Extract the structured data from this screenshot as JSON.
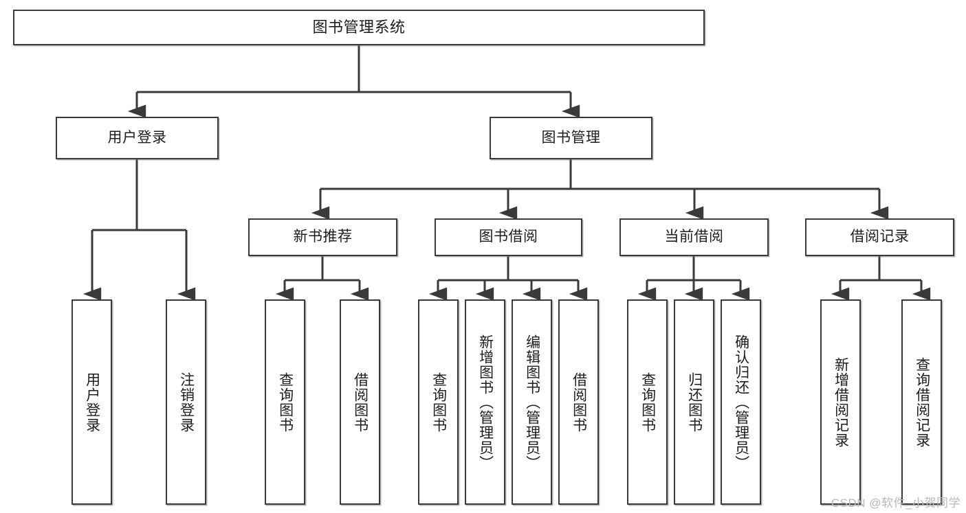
{
  "diagram": {
    "type": "tree-hierarchy-chart",
    "title": "图书管理系统",
    "watermark": "CSDN @软件_小贺同学",
    "colors": {
      "box_border": "#3a3a3a",
      "box_fill": "#ffffff",
      "edge": "#3a3a3a",
      "text": "#1d1d1d",
      "watermark": "#b9b9b9"
    },
    "nodes": {
      "root": {
        "label": "图书管理系统"
      },
      "level2": [
        {
          "label": "用户登录"
        },
        {
          "label": "图书管理"
        }
      ],
      "level3": [
        {
          "label": "新书推荐"
        },
        {
          "label": "图书借阅"
        },
        {
          "label": "当前借阅"
        },
        {
          "label": "借阅记录"
        }
      ],
      "leaves_user_login": [
        {
          "label": "用户登录"
        },
        {
          "label": "注销登录"
        }
      ],
      "leaves_new_book": [
        {
          "label": "查询图书"
        },
        {
          "label": "借阅图书"
        }
      ],
      "leaves_borrow": [
        {
          "label": "查询图书"
        },
        {
          "label": "新增图书（管理员）"
        },
        {
          "label": "编辑图书（管理员）"
        },
        {
          "label": "借阅图书"
        }
      ],
      "leaves_current": [
        {
          "label": "查询图书"
        },
        {
          "label": "归还图书"
        },
        {
          "label": "确认归还（管理员）"
        }
      ],
      "leaves_records": [
        {
          "label": "新增借阅记录"
        },
        {
          "label": "查询借阅记录"
        }
      ]
    }
  }
}
